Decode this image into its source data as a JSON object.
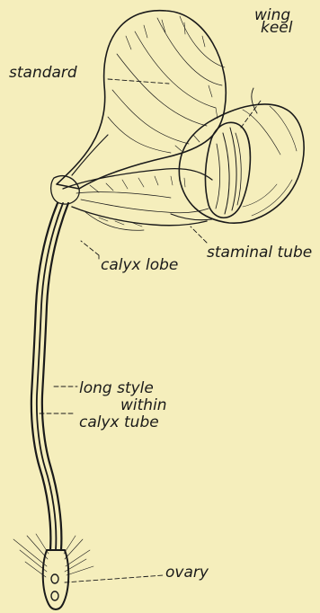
{
  "labels": {
    "standard": "standard",
    "wing": "wing",
    "keel": "keel",
    "staminal_tube": "staminal tube",
    "calyx_lobe": "calyx lobe",
    "long_style": "long style",
    "within": "within",
    "calyx_tube": "calyx tube",
    "ovary": "ovary"
  }
}
